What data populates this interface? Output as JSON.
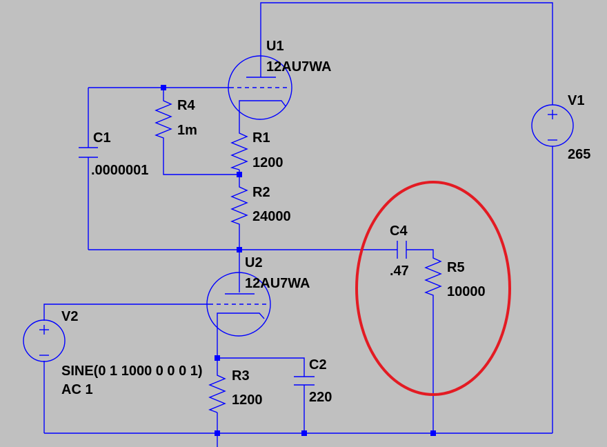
{
  "components": {
    "u1": {
      "ref": "U1",
      "value": "12AU7WA"
    },
    "u2": {
      "ref": "U2",
      "value": "12AU7WA"
    },
    "r1": {
      "ref": "R1",
      "value": "1200"
    },
    "r2": {
      "ref": "R2",
      "value": "24000"
    },
    "r3": {
      "ref": "R3",
      "value": "1200"
    },
    "r4": {
      "ref": "R4",
      "value": "1m"
    },
    "r5": {
      "ref": "R5",
      "value": "10000"
    },
    "c1": {
      "ref": "C1",
      "value": ".0000001"
    },
    "c2": {
      "ref": "C2",
      "value": "220"
    },
    "c4": {
      "ref": "C4",
      "value": ".47"
    },
    "v1": {
      "ref": "V1",
      "value": "265"
    },
    "v2": {
      "ref": "V2",
      "value": "SINE(0 1 1000 0 0 0 1)",
      "value2": "AC 1"
    }
  },
  "colors": {
    "background": "#c0c0c0",
    "wire": "#0000ff",
    "text": "#000000",
    "highlight": "#e31b23"
  }
}
